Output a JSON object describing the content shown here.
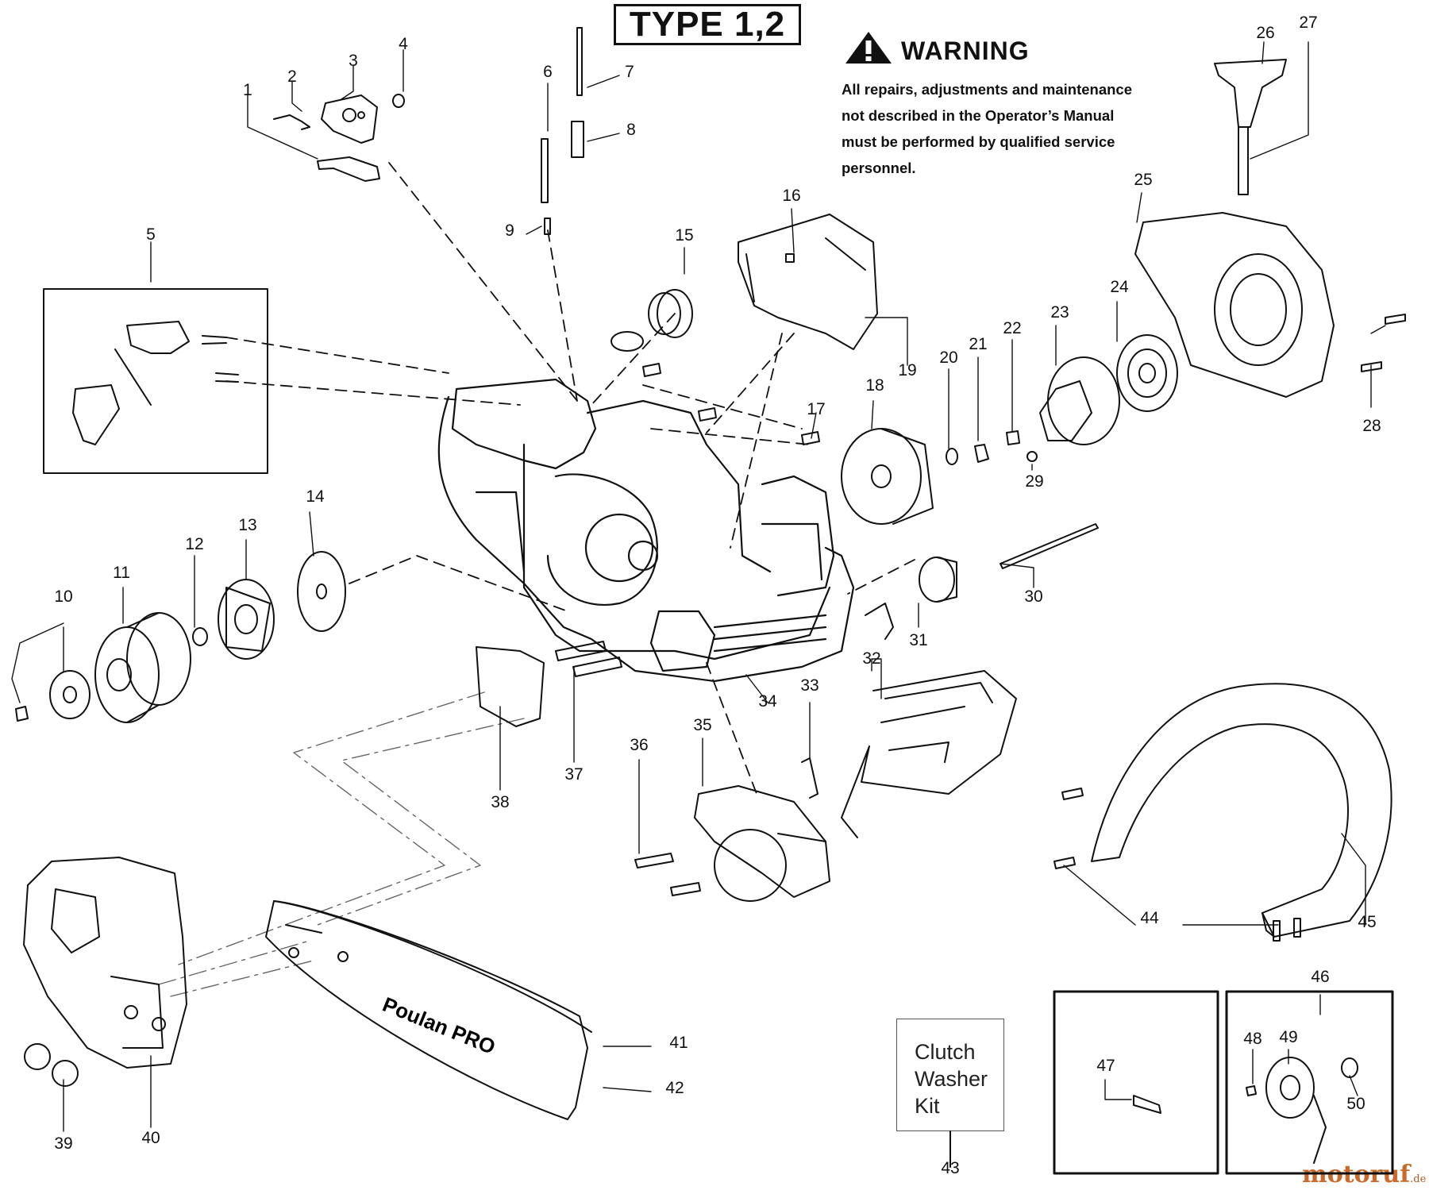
{
  "header": {
    "type_label": "TYPE 1,2"
  },
  "warning": {
    "title": "WARNING",
    "lines": [
      "All repairs, adjustments and maintenance",
      "not described in the Operator’s Manual",
      "must be performed by qualified  service",
      "personnel."
    ],
    "icon": "warning-triangle-icon"
  },
  "kit": {
    "lines": [
      "Clutch",
      "Washer",
      "Kit"
    ]
  },
  "bar_brand": "Poulan PRO",
  "watermark": {
    "main": "motoruf",
    "suffix": ".de"
  },
  "callouts": [
    "1",
    "2",
    "3",
    "4",
    "5",
    "6",
    "7",
    "8",
    "9",
    "10",
    "11",
    "12",
    "13",
    "14",
    "15",
    "16",
    "17",
    "18",
    "19",
    "20",
    "21",
    "22",
    "23",
    "24",
    "25",
    "26",
    "27",
    "28",
    "29",
    "30",
    "31",
    "32",
    "33",
    "34",
    "35",
    "36",
    "37",
    "38",
    "39",
    "40",
    "41",
    "42",
    "43",
    "44",
    "45",
    "46",
    "47",
    "48",
    "49",
    "50"
  ]
}
